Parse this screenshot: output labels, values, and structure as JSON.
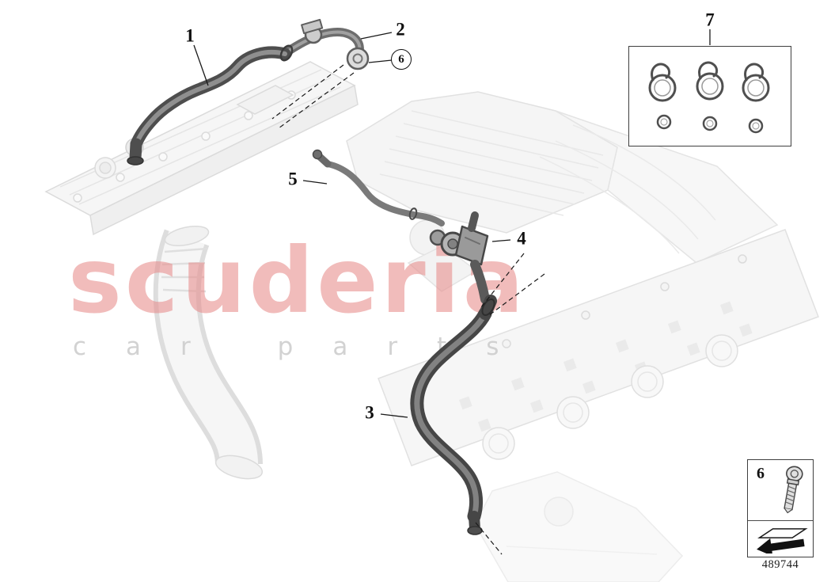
{
  "watermark": {
    "brand": "scuderia",
    "tagline": "car parts",
    "brand_color": "#e8908f",
    "tagline_color": "#d0d0d0"
  },
  "callouts": {
    "n1": "1",
    "n2": "2",
    "n3": "3",
    "n4": "4",
    "n5": "5",
    "n6_small": "6",
    "n7": "7"
  },
  "insets": {
    "bolt_label": "6",
    "clamp_box_icons": [
      "hose-clamp-icon",
      "hose-clamp-icon",
      "hose-clamp-icon",
      "o-ring-icon",
      "o-ring-icon",
      "o-ring-icon"
    ],
    "bolt_box_icons": [
      "torx-bolt-icon",
      "direction-arrow-icon"
    ]
  },
  "footer": {
    "diagram_number": "489744"
  }
}
